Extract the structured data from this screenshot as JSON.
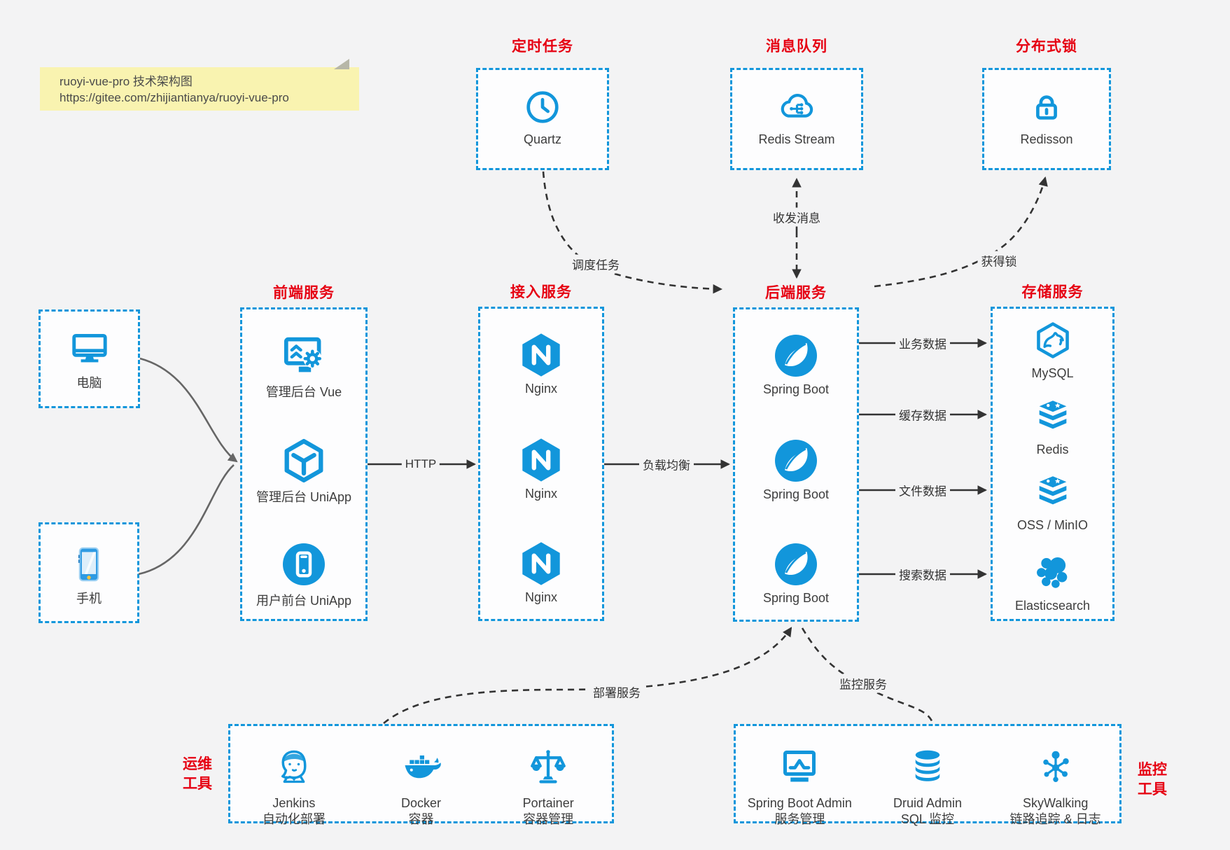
{
  "colors": {
    "accent": "#1296db",
    "title_red": "#e60012",
    "note_bg": "#f9f3b0",
    "arrow_dark": "#333333",
    "arrow_gray": "#666666",
    "background": "#f3f3f4"
  },
  "note": {
    "line1": "ruoyi-vue-pro 技术架构图",
    "line2": "https://gitee.com/zhijiantianya/ruoyi-vue-pro"
  },
  "top_services": [
    {
      "title": "定时任务",
      "label": "Quartz",
      "icon": "clock-icon"
    },
    {
      "title": "消息队列",
      "label": "Redis Stream",
      "icon": "cloud-stream-icon"
    },
    {
      "title": "分布式锁",
      "label": "Redisson",
      "icon": "lock-icon"
    }
  ],
  "clients": [
    {
      "label": "电脑",
      "icon": "desktop-icon"
    },
    {
      "label": "手机",
      "icon": "smartphone-icon"
    }
  ],
  "columns": {
    "frontend": {
      "title": "前端服务",
      "items": [
        {
          "label": "管理后台 Vue",
          "icon": "admin-vue-icon"
        },
        {
          "label": "管理后台 UniApp",
          "icon": "uniapp-cube-icon"
        },
        {
          "label": "用户前台 UniApp",
          "icon": "mobile-app-icon"
        }
      ]
    },
    "access": {
      "title": "接入服务",
      "items": [
        {
          "label": "Nginx",
          "icon": "nginx-icon"
        },
        {
          "label": "Nginx",
          "icon": "nginx-icon"
        },
        {
          "label": "Nginx",
          "icon": "nginx-icon"
        }
      ]
    },
    "backend": {
      "title": "后端服务",
      "items": [
        {
          "label": "Spring Boot",
          "icon": "spring-icon"
        },
        {
          "label": "Spring Boot",
          "icon": "spring-icon"
        },
        {
          "label": "Spring Boot",
          "icon": "spring-icon"
        }
      ]
    },
    "storage": {
      "title": "存储服务",
      "items": [
        {
          "label": "MySQL",
          "icon": "mysql-icon"
        },
        {
          "label": "Redis",
          "icon": "redis-icon"
        },
        {
          "label": "OSS / MinIO",
          "icon": "oss-minio-icon"
        },
        {
          "label": "Elasticsearch",
          "icon": "elasticsearch-icon"
        }
      ]
    }
  },
  "ops_tools": {
    "title_line1": "运维",
    "title_line2": "工具",
    "items": [
      {
        "name": "Jenkins",
        "desc": "自动化部署",
        "icon": "jenkins-icon"
      },
      {
        "name": "Docker",
        "desc": "容器",
        "icon": "docker-icon"
      },
      {
        "name": "Portainer",
        "desc": "容器管理",
        "icon": "portainer-icon"
      }
    ]
  },
  "monitor_tools": {
    "title_line1": "监控",
    "title_line2": "工具",
    "items": [
      {
        "name": "Spring Boot Admin",
        "desc": "服务管理",
        "icon": "admin-monitor-icon"
      },
      {
        "name": "Druid Admin",
        "desc": "SQL 监控",
        "icon": "database-icon"
      },
      {
        "name": "SkyWalking",
        "desc": "链路追踪 & 日志",
        "icon": "skywalking-icon"
      }
    ]
  },
  "edge_labels": {
    "http": "HTTP",
    "load_balance": "负载均衡",
    "schedule": "调度任务",
    "message": "收发消息",
    "lock": "获得锁",
    "business": "业务数据",
    "cache": "缓存数据",
    "file": "文件数据",
    "search": "搜索数据",
    "deploy": "部署服务",
    "monitor": "监控服务"
  }
}
